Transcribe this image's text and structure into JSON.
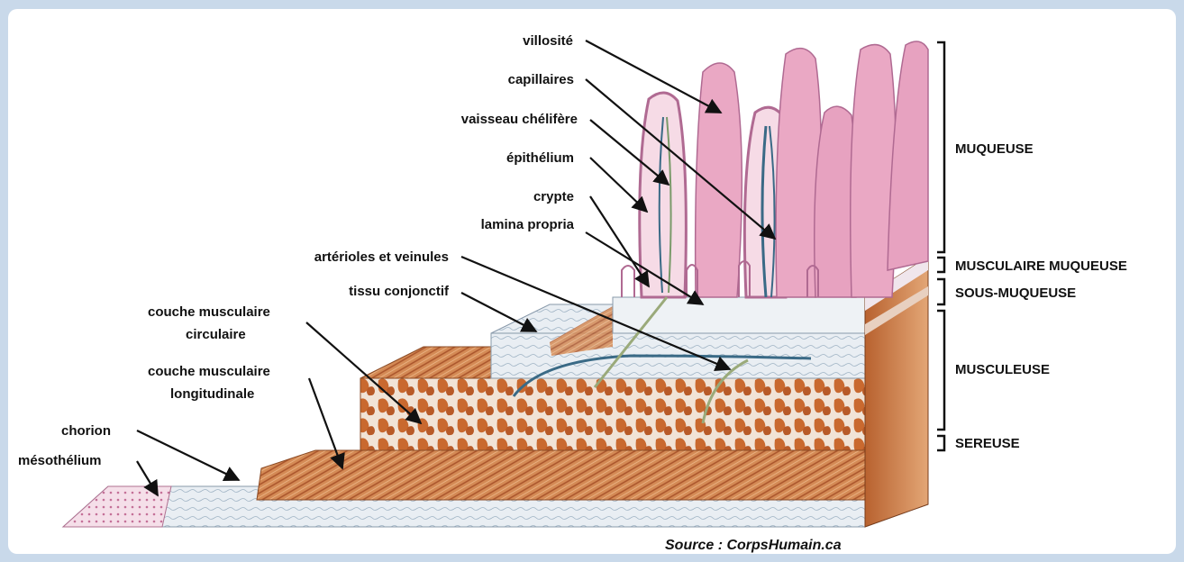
{
  "labels": {
    "villosite": "villosité",
    "capillaires": "capillaires",
    "vaisseau": "vaisseau chélifère",
    "epithelium": "épithélium",
    "crypte": "crypte",
    "lamina": "lamina propria",
    "arterioles": "artérioles et veinules",
    "tissu": "tissu conjonctif",
    "circ1": "couche musculaire",
    "circ2": "circulaire",
    "long1": "couche musculaire",
    "long2": "longitudinale",
    "chorion": "chorion",
    "mesothelium": "mésothélium"
  },
  "layers": {
    "muqueuse": "MUQUEUSE",
    "musculaire_muqueuse": "MUSCULAIRE MUQUEUSE",
    "sous_muqueuse": "SOUS-MUQUEUSE",
    "musculeuse": "MUSCULEUSE",
    "sereuse": "SEREUSE"
  },
  "source": "Source : CorpsHumain.ca",
  "colors": {
    "frame": "#c9d9ea",
    "villus": "#e9a9c4",
    "villus_edge": "#b06a92",
    "muscle": "#c46a35",
    "muscle_light": "#e0a070",
    "connective": "#e6ecf2",
    "vessel": "#3a6a86"
  }
}
